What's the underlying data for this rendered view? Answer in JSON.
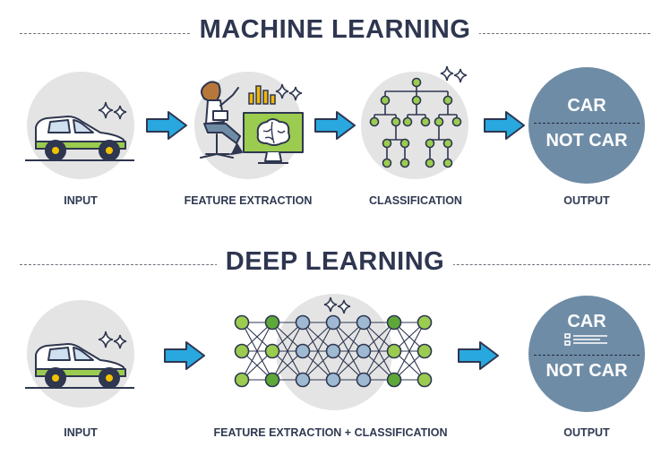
{
  "ml": {
    "title": "MACHINE LEARNING",
    "labels": {
      "input": "INPUT",
      "feature": "FEATURE EXTRACTION",
      "classification": "CLASSIFICATION",
      "output": "OUTPUT"
    },
    "output": {
      "top": "CAR",
      "bottom": "NOT CAR"
    }
  },
  "dl": {
    "title": "DEEP LEARNING",
    "labels": {
      "input": "INPUT",
      "feature": "FEATURE EXTRACTION + CLASSIFICATION",
      "output": "OUTPUT"
    },
    "output": {
      "top": "CAR",
      "bottom": "NOT CAR"
    }
  },
  "colors": {
    "arrow": "#29a8df",
    "arrow_outline": "#2e3650",
    "green_node": "#9bcc4f",
    "blue_node": "#9fb9d2",
    "output_circle": "#6f8ca6",
    "circle_bg": "#e4e4e4"
  },
  "icons": [
    "car-icon",
    "sparkle-icon",
    "person-at-computer-icon",
    "brain-icon",
    "bar-chart-icon",
    "decision-tree-icon",
    "neural-network-icon",
    "arrow-right-icon",
    "list-icon"
  ]
}
